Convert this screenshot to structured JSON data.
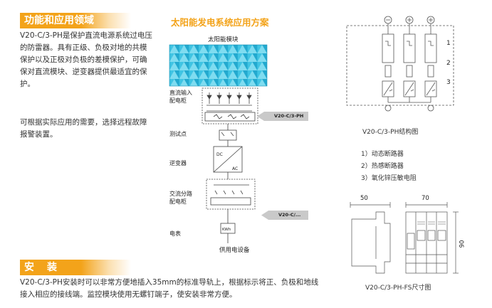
{
  "left": {
    "function_heading": "功能和应用领域",
    "para1": "V20-C/3-PH是保护直流电源系统过电压的防雷器。具有正级、负极对地的共模保护以及正极对负极的差模保护，可确保对直流模块、逆变器提供最适宜的保护。",
    "para2": "可根据实际应用的需要，选择远程故障报警装置。",
    "install_heading": "安　装",
    "install_text": "V20-C/3-PH安装时可以非常方便地插入35mm的标准导轨上，根据标示将正、负极和地线接入相应的接线端。监控模块使用无螺钉端子，使安装非常方便。"
  },
  "center": {
    "title": "太阳能发电系统应用方案",
    "solar_module": "太阳能模块",
    "dc_input_cabinet": "直流输入\n配电柜",
    "test_point": "测试点",
    "inverter": "逆变器",
    "ac_branch_cabinet": "交流分路\n配电柜",
    "meter": "电表",
    "power_equipment": "供用电设备",
    "arrow1": "V20-C/3-PH",
    "arrow2": "V20-C/...",
    "inverter_dc": "DC",
    "inverter_ac": "AC",
    "meter_label": "KWh"
  },
  "right": {
    "struct_numbers": [
      "1",
      "2",
      "3"
    ],
    "struct_caption": "V20-C/3-PH结构图",
    "legend": [
      "1）动态断路器",
      "2）热感断路器",
      "3）氧化锌压敏电阻"
    ],
    "dim_50": "50",
    "dim_70": "70",
    "dim_90": "90",
    "dim_caption": "V20-C/3-PH-FS尺寸图"
  },
  "colors": {
    "accent": "#f3a31a",
    "solar": "#3fc4e3",
    "arrow": "#c9c9c9"
  }
}
